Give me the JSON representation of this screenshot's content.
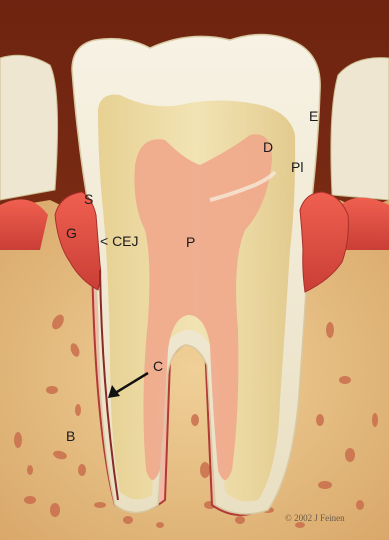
{
  "labels": {
    "enamel": "E",
    "dentin": "D",
    "pulp_horn": "Pl",
    "sulcus": "S",
    "gingiva": "G",
    "cej": "< CEJ",
    "pulp": "P",
    "cementum": "C",
    "bone": "B"
  },
  "copyright": "© 2002 J Feinen",
  "colors": {
    "background": "#7a2a12",
    "enamel": "#f3ecd8",
    "dentin": "#ecdba6",
    "pulp": "#f0a88c",
    "gingiva": "#e2554a",
    "bone": "#e8c48a",
    "periodontal_ligament": "#c0504a"
  }
}
